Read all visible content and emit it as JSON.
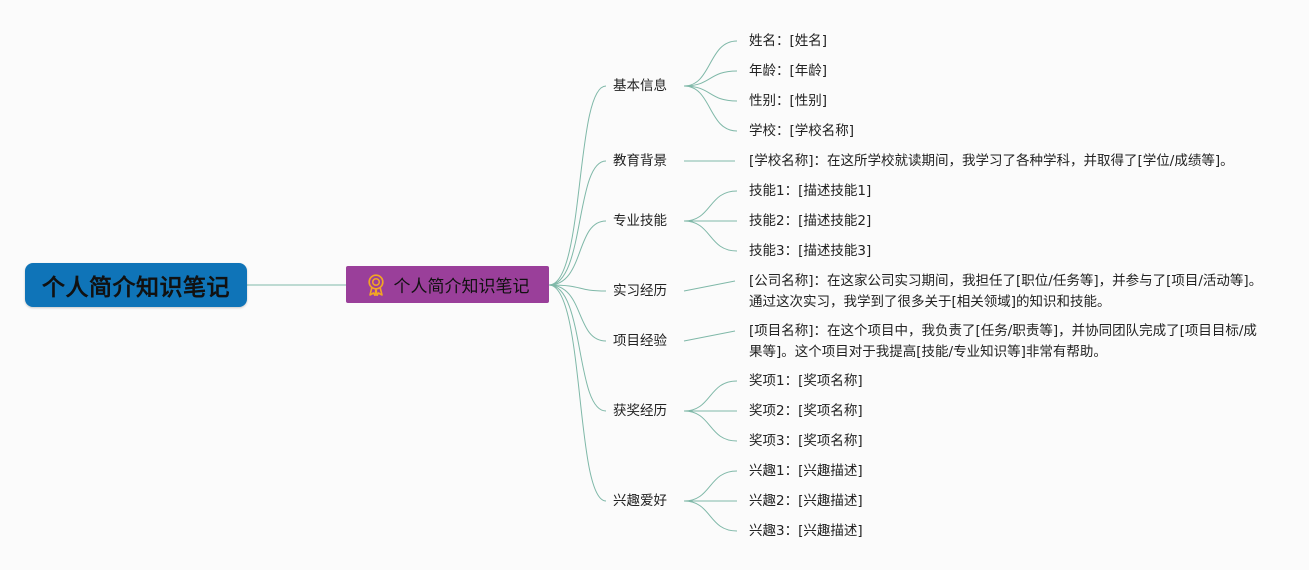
{
  "root": {
    "label": "个人简介知识笔记"
  },
  "center": {
    "label": "个人简介知识笔记",
    "icon": "award-badge-icon",
    "color": "#9a3f9a"
  },
  "colors": {
    "root": "#0f74b8",
    "edge": "#7fb8a8"
  },
  "branches": [
    {
      "label": "基本信息",
      "children": [
        "姓名：[姓名]",
        "年龄：[年龄]",
        "性别：[性别]",
        "学校：[学校名称]"
      ]
    },
    {
      "label": "教育背景",
      "children": [
        "[学校名称]：在这所学校就读期间，我学习了各种学科，并取得了[学位/成绩等]。"
      ]
    },
    {
      "label": "专业技能",
      "children": [
        "技能1：[描述技能1]",
        "技能2：[描述技能2]",
        "技能3：[描述技能3]"
      ]
    },
    {
      "label": "实习经历",
      "children": [
        "[公司名称]：在这家公司实习期间，我担任了[职位/任务等]，并参与了[项目/活动等]。通过这次实习，我学到了很多关于[相关领域]的知识和技能。"
      ]
    },
    {
      "label": "项目经验",
      "children": [
        "[项目名称]：在这个项目中，我负责了[任务/职责等]，并协同团队完成了[项目目标/成果等]。这个项目对于我提高[技能/专业知识等]非常有帮助。"
      ]
    },
    {
      "label": "获奖经历",
      "children": [
        "奖项1：[奖项名称]",
        "奖项2：[奖项名称]",
        "奖项3：[奖项名称]"
      ]
    },
    {
      "label": "兴趣爱好",
      "children": [
        "兴趣1：[兴趣描述]",
        "兴趣2：[兴趣描述]",
        "兴趣3：[兴趣描述]"
      ]
    }
  ]
}
